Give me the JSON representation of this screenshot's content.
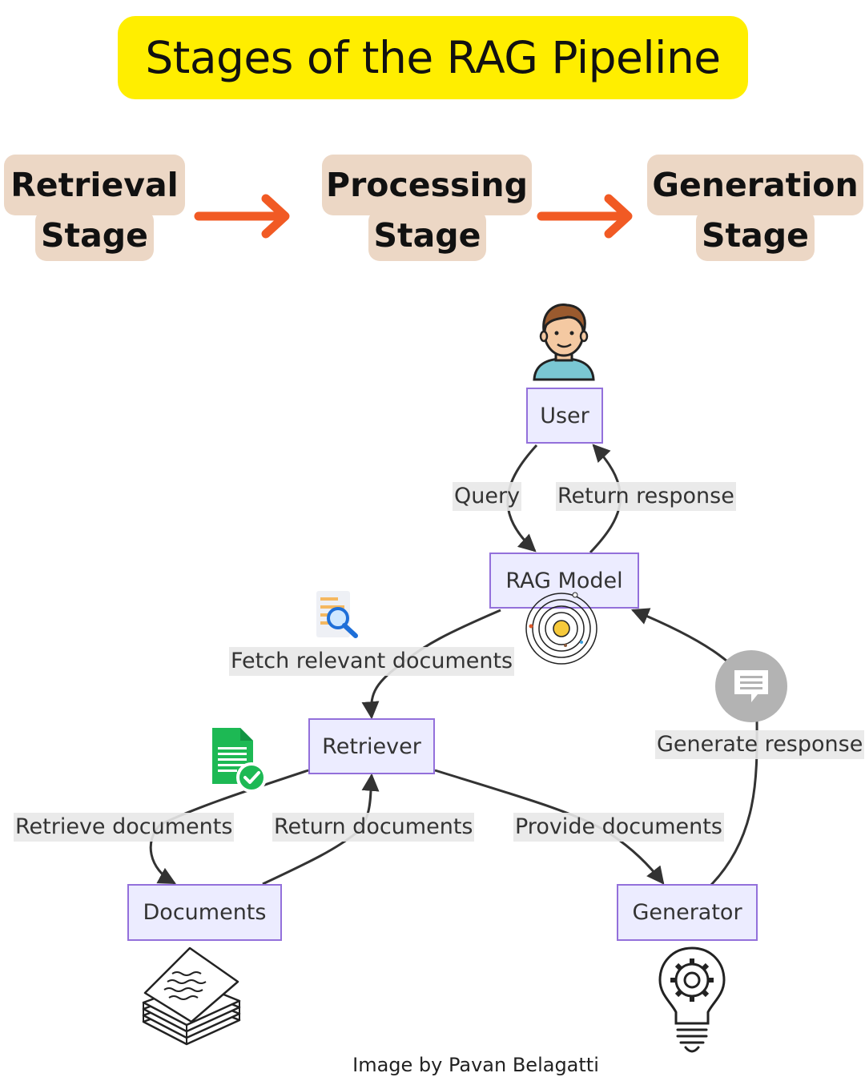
{
  "title": "Stages of the RAG Pipeline",
  "stages": [
    {
      "line1": "Retrieval",
      "line2": "Stage"
    },
    {
      "line1": "Processing",
      "line2": "Stage"
    },
    {
      "line1": "Generation",
      "line2": "Stage"
    }
  ],
  "nodes": {
    "user": "User",
    "rag_model": "RAG Model",
    "retriever": "Retriever",
    "documents": "Documents",
    "generator": "Generator"
  },
  "edges": {
    "query": "Query",
    "return_response": "Return response",
    "fetch_relevant_documents": "Fetch relevant documents",
    "generate_response": "Generate response",
    "retrieve_documents": "Retrieve documents",
    "return_documents": "Return documents",
    "provide_documents": "Provide documents"
  },
  "icons": [
    "person-icon",
    "document-search-icon",
    "orbit-icon",
    "chat-bubble-icon",
    "document-check-icon",
    "paper-stack-icon",
    "gear-lightbulb-icon"
  ],
  "colors": {
    "title_bg": "#ffee00",
    "stage_bg": "#ecd7c5",
    "stage_arrow": "#f15a24",
    "node_fill": "#ececff",
    "node_border": "#9370db",
    "edge_line": "#333333",
    "edge_label_bg": "#e8e8e8"
  },
  "credit": "Image by Pavan Belagatti"
}
